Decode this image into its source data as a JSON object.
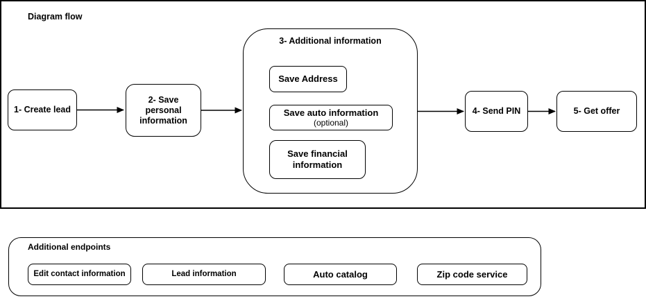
{
  "canvas": {
    "background": "#ffffff",
    "stroke_color": "#000000"
  },
  "diagram_flow": {
    "title": "Diagram flow",
    "nodes": {
      "create_lead": {
        "label": "1- Create lead"
      },
      "save_personal": {
        "label": "2- Save personal information"
      },
      "additional_info": {
        "title": "3- Additional information",
        "children": {
          "save_address": {
            "label": "Save Address"
          },
          "save_auto": {
            "label": "Save auto information",
            "note": "(optional)"
          },
          "save_financial": {
            "label": "Save financial information"
          }
        }
      },
      "send_pin": {
        "label": "4- Send PIN"
      },
      "get_offer": {
        "label": "5- Get offer"
      }
    }
  },
  "additional_endpoints": {
    "title": "Additional endpoints",
    "items": [
      {
        "label": "Edit contact information"
      },
      {
        "label": "Lead information"
      },
      {
        "label": "Auto catalog"
      },
      {
        "label": "Zip code service"
      }
    ]
  }
}
